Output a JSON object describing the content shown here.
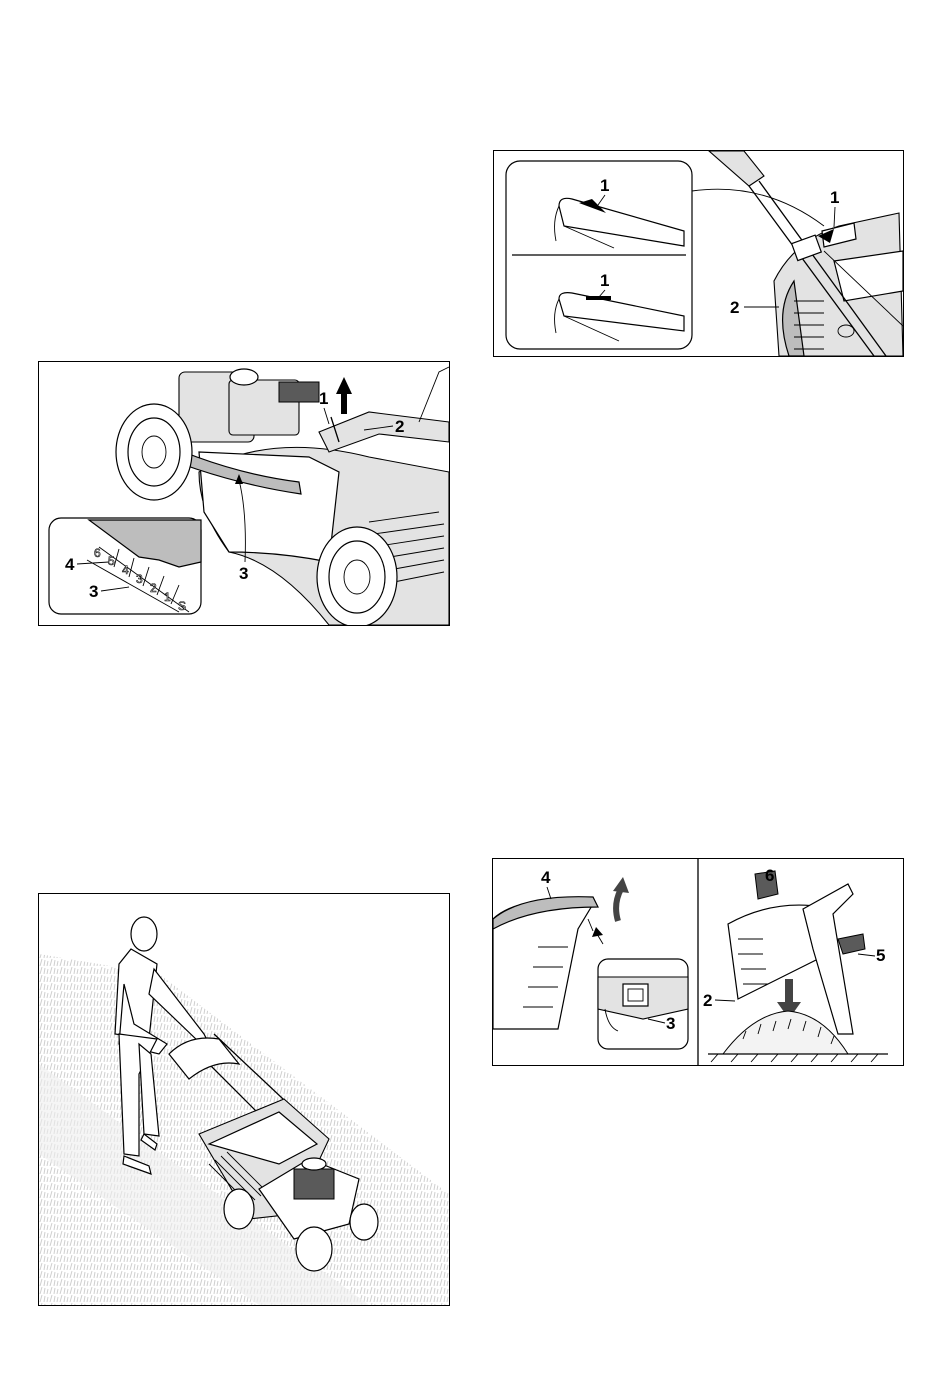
{
  "figures": {
    "cutting_height": {
      "callouts": {
        "c1": "1",
        "c2": "2",
        "c3": "3",
        "inset_c3": "3",
        "inset_c4": "4"
      },
      "scale_digits": [
        "6",
        "5",
        "4",
        "3",
        "2",
        "1",
        "S"
      ]
    },
    "fill_indicator": {
      "callouts": {
        "top": "1",
        "bottom": "1",
        "main1": "1",
        "main2": "2"
      }
    },
    "mowing": {
      "callouts": {}
    },
    "empty_catcher": {
      "callouts": {
        "c4": "4",
        "c3": "3",
        "c6": "6",
        "c5": "5",
        "c2": "2"
      }
    }
  },
  "icons": {
    "arrow_up": "up-arrow-icon",
    "arrow_down": "down-arrow-icon",
    "curved_arrow": "curved-arrow-icon"
  }
}
